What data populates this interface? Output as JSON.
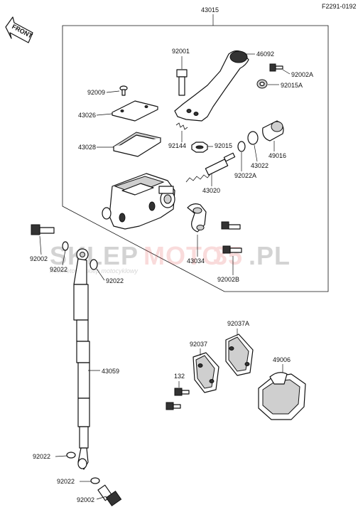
{
  "diagram_code": "F2291-0192",
  "front_label": "FRONT",
  "watermark": {
    "brand_left": "SKLEP",
    "brand_mid": "MOTO",
    "brand_right": ".PL",
    "brand_accent": "35",
    "tagline": "Internetowy sklep motocyklowy",
    "accent_color": "#e23b3b"
  },
  "labels": {
    "assembly": "43015",
    "lever": "46092",
    "pivot_bolt": "92001",
    "screw_top": "92009",
    "cap": "43026",
    "diaphragm": "43028",
    "spring": "92144",
    "bolt_lever_right": "92002A",
    "nut_lever": "92015A",
    "nut": "92015",
    "boot": "49016",
    "circlip": "43022",
    "washer_piston": "92022A",
    "piston": "43020",
    "clamp": "43034",
    "clamp_bolt": "92002B",
    "banjo_bolt_top": "92002",
    "washer_top_left": "92022",
    "washer_top_right": "92022",
    "hose": "43059",
    "bracket_a": "92037A",
    "bracket": "92037",
    "holder": "49006",
    "bolt_small": "132",
    "washer_bottom_1": "92022",
    "washer_bottom_2": "92022",
    "banjo_bolt_bottom": "92002"
  }
}
